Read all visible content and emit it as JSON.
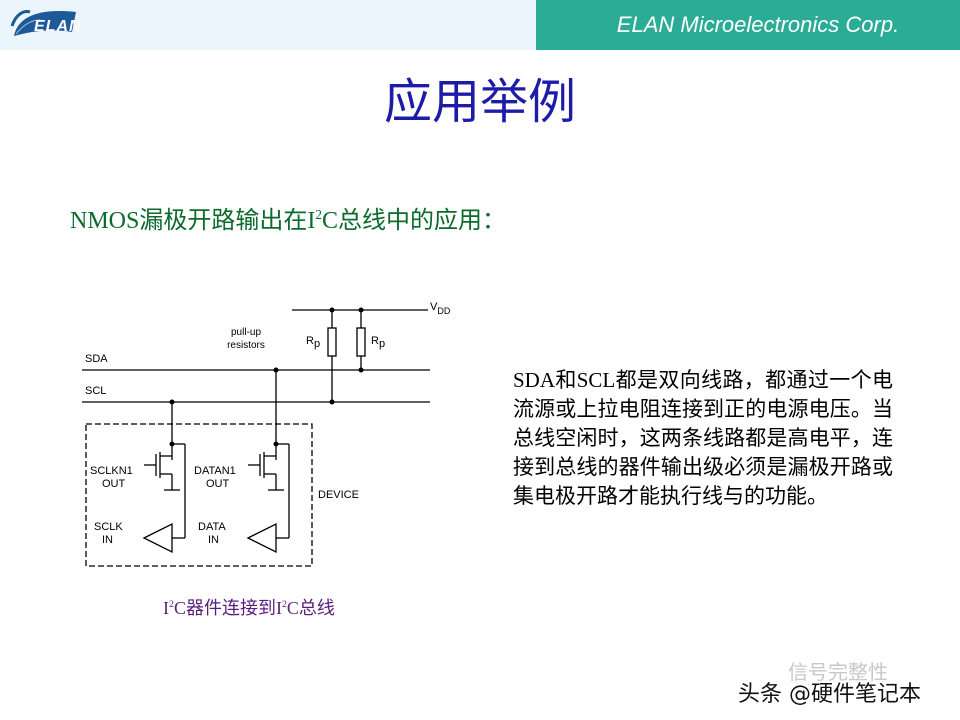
{
  "header": {
    "logo_text": "ELAN",
    "company": "ELAN Microelectronics Corp."
  },
  "title": "应用举例",
  "subtitle": {
    "pre": "NMOS漏极开路输出在I",
    "sup": "2",
    "post": "C总线中的应用："
  },
  "diagram": {
    "vdd_main": "V",
    "vdd_sub": "DD",
    "pullup_line1": "pull-up",
    "pullup_line2": "resistors",
    "rp_main": "R",
    "rp_sub": "p",
    "sda": "SDA",
    "scl": "SCL",
    "sclkn1": "SCLKN1",
    "out": "OUT",
    "datan1": "DATAN1",
    "sclk": "SCLK",
    "in": "IN",
    "data": "DATA",
    "device": "DEVICE"
  },
  "caption": {
    "p1": "I",
    "s1": "2",
    "p2": "C器件连接到I",
    "s2": "2",
    "p3": "C总线"
  },
  "description": "SDA和SCL都是双向线路，都通过一个电流源或上拉电阻连接到正的电源电压。当总线空闲时，这两条线路都是高电平，连接到总线的器件输出级必须是漏极开路或集电极开路才能执行线与的功能。",
  "watermark_faded": "信号完整性",
  "watermark": "头条 @硬件笔记本"
}
